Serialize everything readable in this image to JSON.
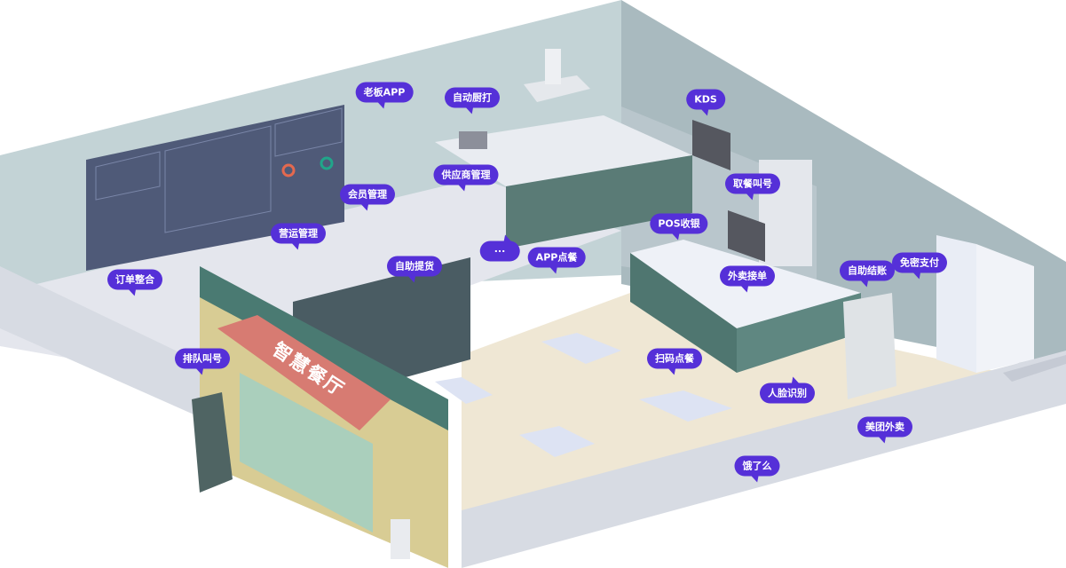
{
  "store_sign": "智慧餐厅",
  "labels": {
    "boss_app": "老板APP",
    "auto_kitchen_print": "自动厨打",
    "kds": "KDS",
    "supplier_mgmt": "供应商管理",
    "member_mgmt": "会员管理",
    "pickup_call": "取餐叫号",
    "operation_mgmt": "营运管理",
    "pos_cashier": "POS收银",
    "more": "···",
    "app_order": "APP点餐",
    "self_pickup": "自助提货",
    "self_checkout": "自助结账",
    "password_free_pay": "免密支付",
    "order_integration": "订单整合",
    "takeout_accept": "外卖接单",
    "queue_call": "排队叫号",
    "scan_order": "扫码点餐",
    "face_recognition": "人脸识别",
    "meituan": "美团外卖",
    "eleme": "饿了么"
  },
  "colors": {
    "bubble": "#5530d8",
    "teal": "#4a7a72",
    "screen": "#4f5a78",
    "floor": "#efe7d4"
  }
}
